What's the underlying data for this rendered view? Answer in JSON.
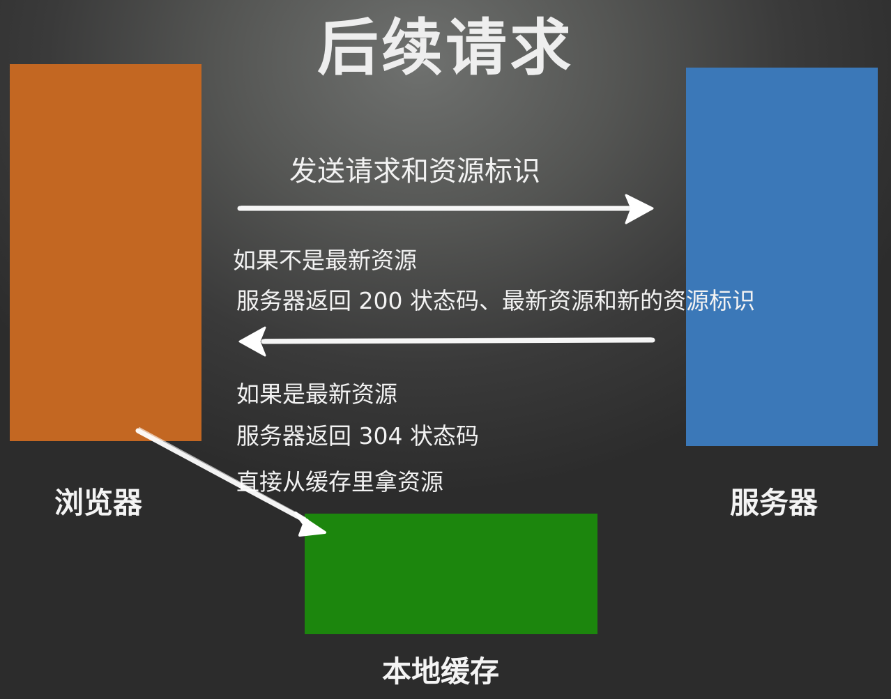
{
  "title": "后续请求",
  "nodes": {
    "browser": "浏览器",
    "server": "服务器",
    "cache": "本地缓存"
  },
  "messages": {
    "send": "发送请求和资源标识",
    "not_latest_condition": "如果不是最新资源",
    "not_latest_response": "服务器返回 200 状态码、最新资源和新的资源标识",
    "latest_condition": "如果是最新资源",
    "latest_response": "服务器返回 304 状态码",
    "latest_action": "直接从缓存里拿资源"
  },
  "colors": {
    "browser": "#c36722",
    "server": "#3b78b8",
    "cache": "#1c860d",
    "background": "#3a3a3a",
    "arrow": "#ffffff"
  }
}
